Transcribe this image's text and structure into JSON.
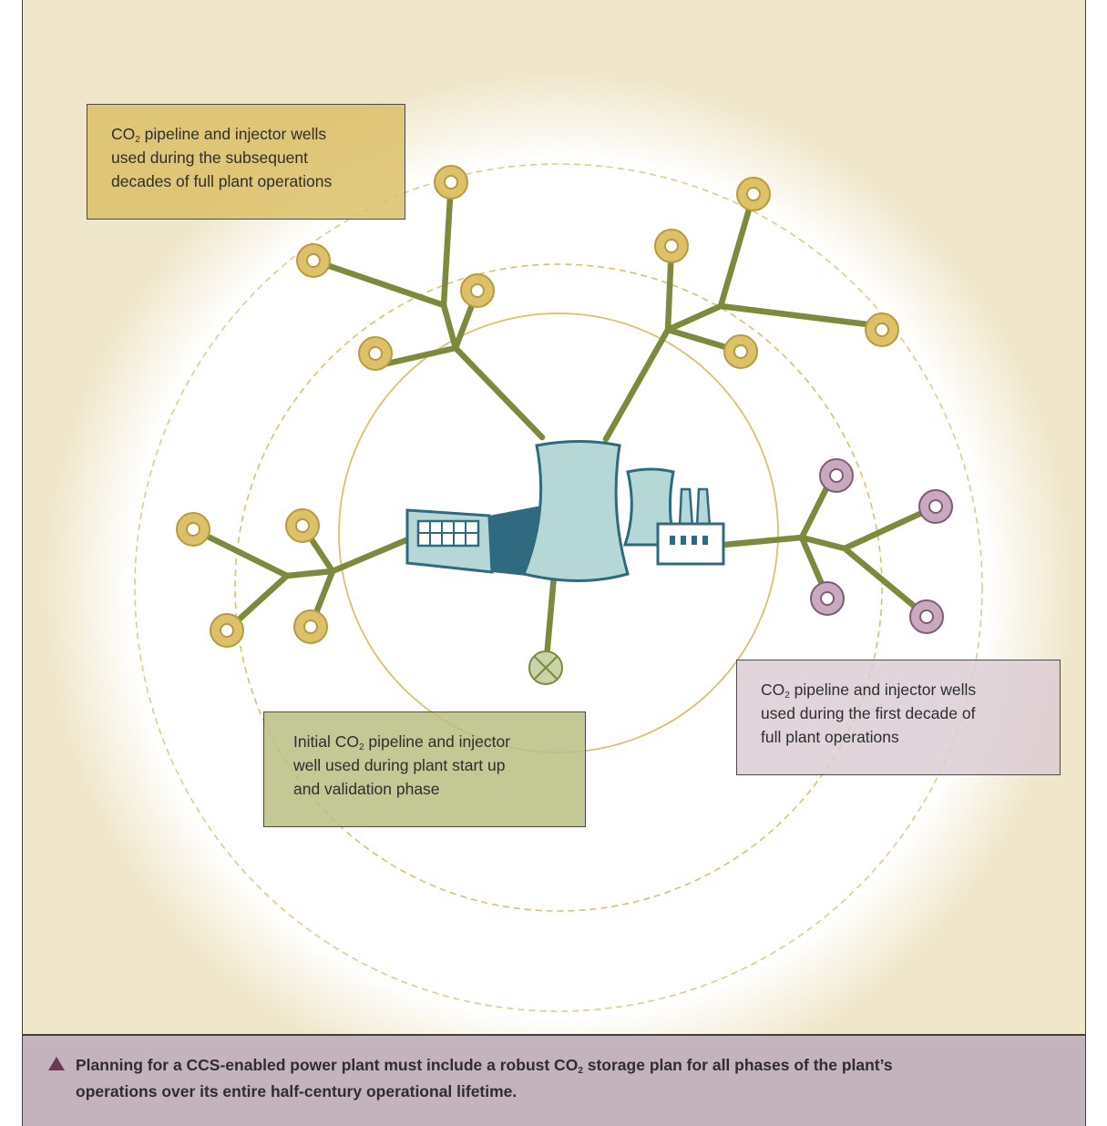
{
  "labels": {
    "later": {
      "line1_pre": "CO",
      "line1_sub": "2",
      "line1_post": " pipeline and injector wells",
      "line2": "used during the subsequent",
      "line3": "decades of full plant operations"
    },
    "first_decade": {
      "line1_pre": "CO",
      "line1_sub": "2",
      "line1_post": " pipeline and injector wells",
      "line2": "used during the first decade of",
      "line3": "full plant operations"
    },
    "initial": {
      "line1_pre": "Initial CO",
      "line1_sub": "2",
      "line1_post": " pipeline and injector",
      "line2": "well used during plant start up",
      "line3": "and validation phase"
    }
  },
  "caption": {
    "line1_pre": "Planning for a CCS-enabled power plant must include a robust CO",
    "line1_sub": "2",
    "line1_post": " storage plan for all phases of the plant’s",
    "line2": "operations over its entire half-century operational lifetime."
  },
  "colors": {
    "background": "#f0e6ca",
    "pipeline": "#7b8a3c",
    "well_later": "#dcc06a",
    "well_first_decade": "#c9a9c0",
    "well_initial": "#c9d3a8",
    "plant_fill": "#b5d7d5",
    "plant_outline": "#2f6a80",
    "caption_bar": "#c4b2bd"
  },
  "icons": {
    "later_wells": "yellow-ring-well-icon",
    "first_decade_wells": "mauve-ring-well-icon",
    "initial_well": "crossed-circle-well-icon",
    "plant": "power-plant-icon",
    "caption_marker": "triangle-icon"
  }
}
